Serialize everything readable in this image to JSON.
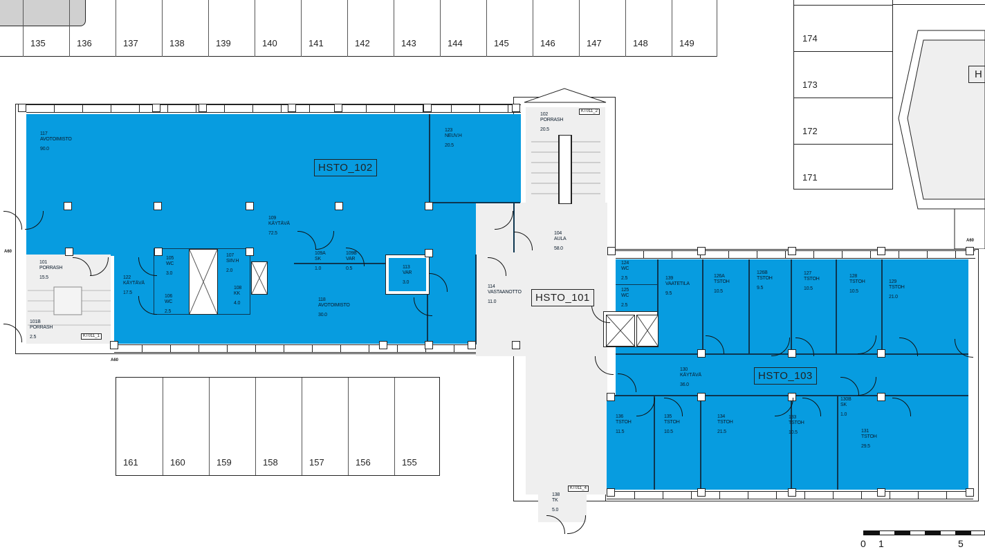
{
  "parking_top": [
    "135",
    "136",
    "137",
    "138",
    "139",
    "140",
    "141",
    "142",
    "143",
    "144",
    "145",
    "146",
    "147",
    "148",
    "149"
  ],
  "parking_bottom": [
    "161",
    "160",
    "159",
    "158",
    "157",
    "156",
    "155"
  ],
  "parking_right": [
    "174",
    "173",
    "172",
    "171"
  ],
  "zones": {
    "z102": "HSTO_102",
    "z101": "HSTO_101",
    "z103": "HSTO_103",
    "partial": "H"
  },
  "tags": {
    "t1": "KT011_1",
    "t2": "KT011_2",
    "t4": "KT011_4",
    "a60": "A60"
  },
  "rooms": [
    {
      "no": "117",
      "name": "AVOTOIMISTO",
      "area": "90.0"
    },
    {
      "no": "123",
      "name": "NEUV.H",
      "area": "20.5"
    },
    {
      "no": "109",
      "name": "KÄYTÄVÄ",
      "area": "72.5"
    },
    {
      "no": "101",
      "name": "PORRASH",
      "area": "15.5"
    },
    {
      "no": "101B",
      "name": "PORRASH",
      "area": "2.5"
    },
    {
      "no": "122",
      "name": "KÄYTÄVÄ",
      "area": "17.5"
    },
    {
      "no": "105",
      "name": "WC",
      "area": "3.0"
    },
    {
      "no": "106",
      "name": "WC",
      "area": "2.5"
    },
    {
      "no": "107",
      "name": "SIIV.H",
      "area": "2.0"
    },
    {
      "no": "108",
      "name": "KK",
      "area": "4.0"
    },
    {
      "no": "109A",
      "name": "SK",
      "area": "1.0"
    },
    {
      "no": "109B",
      "name": "VAR",
      "area": "0.5"
    },
    {
      "no": "113",
      "name": "VAR",
      "area": "3.0"
    },
    {
      "no": "118",
      "name": "AVOTOIMISTO",
      "area": "30.0"
    },
    {
      "no": "102",
      "name": "PORRASH",
      "area": "20.5"
    },
    {
      "no": "104",
      "name": "AULA",
      "area": "58.0"
    },
    {
      "no": "114",
      "name": "VASTAANOTTO",
      "area": "11.0"
    },
    {
      "no": "124",
      "name": "WC",
      "area": "2.5"
    },
    {
      "no": "125",
      "name": "WC",
      "area": "2.5"
    },
    {
      "no": "139",
      "name": "VAATETILA",
      "area": "9.5"
    },
    {
      "no": "126A",
      "name": "TSTOH",
      "area": "10.5"
    },
    {
      "no": "126B",
      "name": "TSTOH",
      "area": "9.5"
    },
    {
      "no": "127",
      "name": "TSTOH",
      "area": "10.5"
    },
    {
      "no": "128",
      "name": "TSTOH",
      "area": "10.5"
    },
    {
      "no": "129",
      "name": "TSTOH",
      "area": "21.0"
    },
    {
      "no": "130",
      "name": "KÄYTÄVÄ",
      "area": "36.0"
    },
    {
      "no": "130B",
      "name": "SK",
      "area": "1.0"
    },
    {
      "no": "136",
      "name": "TSTOH",
      "area": "11.5"
    },
    {
      "no": "135",
      "name": "TSTOH",
      "area": "10.5"
    },
    {
      "no": "134",
      "name": "TSTOH",
      "area": "21.5"
    },
    {
      "no": "133",
      "name": "TSTOH",
      "area": "10.5"
    },
    {
      "no": "131",
      "name": "TSTOH",
      "area": "29.5"
    },
    {
      "no": "138",
      "name": "TK",
      "area": "5.0"
    }
  ],
  "scale_bar": {
    "labels": [
      "0",
      "1",
      "5"
    ]
  },
  "colors": {
    "space_fill": "#079ce0",
    "common_fill": "#efefef"
  }
}
